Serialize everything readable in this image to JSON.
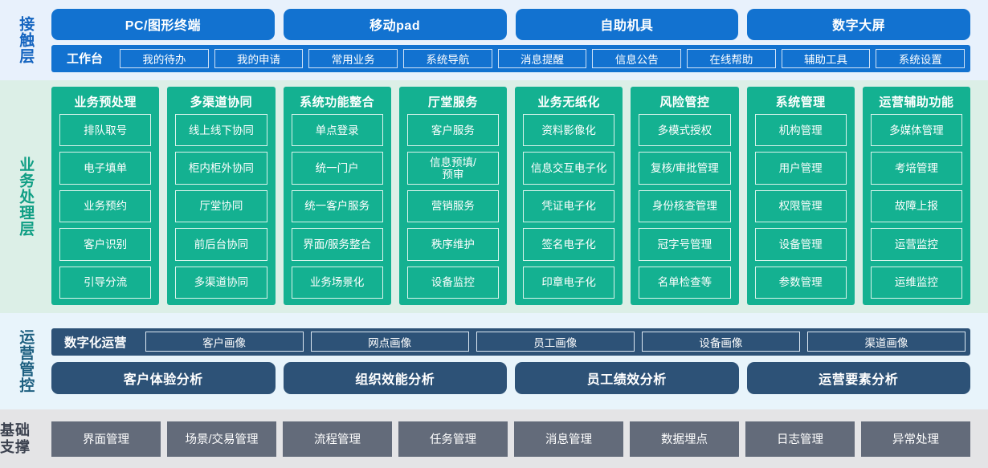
{
  "contact_layer": {
    "label": "接触层",
    "channels": [
      "PC/图形终端",
      "移动pad",
      "自助机具",
      "数字大屏"
    ],
    "toolbar_title": "工作台",
    "toolbar_items": [
      "我的待办",
      "我的申请",
      "常用业务",
      "系统导航",
      "消息提醒",
      "信息公告",
      "在线帮助",
      "辅助工具",
      "系统设置"
    ]
  },
  "business_layer": {
    "label": "业务处理层",
    "columns": [
      {
        "title": "业务预处理",
        "items": [
          "排队取号",
          "电子填单",
          "业务预约",
          "客户识别",
          "引导分流"
        ]
      },
      {
        "title": "多渠道协同",
        "items": [
          "线上线下协同",
          "柜内柜外协同",
          "厅堂协同",
          "前后台协同",
          "多渠道协同"
        ]
      },
      {
        "title": "系统功能整合",
        "items": [
          "单点登录",
          "统一门户",
          "统一客户服务",
          "界面/服务整合",
          "业务场景化"
        ]
      },
      {
        "title": "厅堂服务",
        "items": [
          "客户服务",
          "信息预填/\n预审",
          "营销服务",
          "秩序维护",
          "设备监控"
        ]
      },
      {
        "title": "业务无纸化",
        "items": [
          "资料影像化",
          "信息交互电子化",
          "凭证电子化",
          "签名电子化",
          "印章电子化"
        ]
      },
      {
        "title": "风险管控",
        "items": [
          "多模式授权",
          "复核/审批管理",
          "身份核查管理",
          "冠字号管理",
          "名单检查等"
        ]
      },
      {
        "title": "系统管理",
        "items": [
          "机构管理",
          "用户管理",
          "权限管理",
          "设备管理",
          "参数管理"
        ]
      },
      {
        "title": "运营辅助功能",
        "items": [
          "多媒体管理",
          "考培管理",
          "故障上报",
          "运营监控",
          "运维监控"
        ]
      }
    ]
  },
  "operations_layer": {
    "label": "运营管控",
    "digital_title": "数字化运营",
    "portraits": [
      "客户画像",
      "网点画像",
      "员工画像",
      "设备画像",
      "渠道画像"
    ],
    "analyses": [
      "客户体验分析",
      "组织效能分析",
      "员工绩效分析",
      "运营要素分析"
    ]
  },
  "foundation_layer": {
    "label": "基础\n支撑",
    "items": [
      "界面管理",
      "场景/交易管理",
      "流程管理",
      "任务管理",
      "消息管理",
      "数据埋点",
      "日志管理",
      "异常处理"
    ]
  },
  "colors": {
    "contact_bg": "#e8f1fc",
    "contact_blue": "#1272d0",
    "business_bg": "#dcefe7",
    "business_green": "#14b191",
    "ops_bg": "#e8f4fb",
    "ops_navy": "#2d5277",
    "base_bg": "#e4e4e6",
    "base_gray": "#636b7a"
  }
}
